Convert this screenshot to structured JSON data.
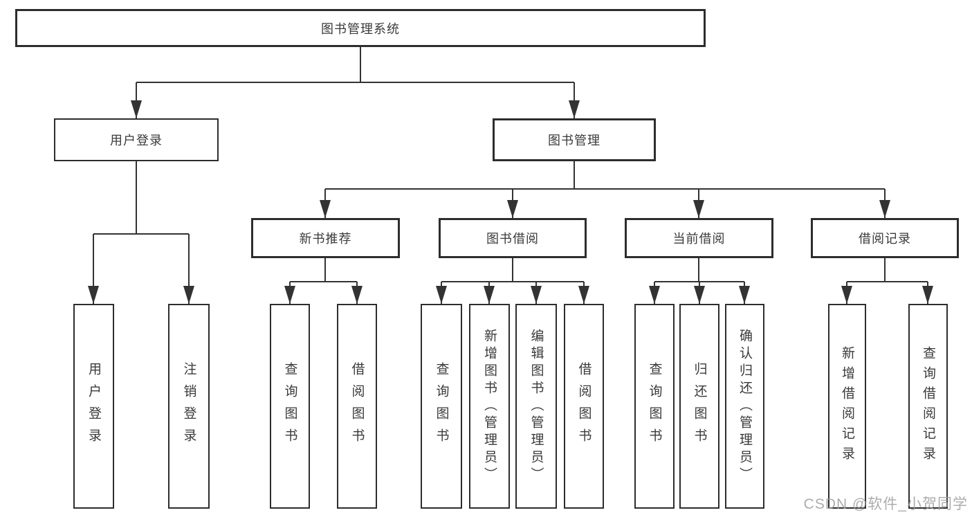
{
  "diagram": {
    "root": "图书管理系统",
    "level2": {
      "user_login": "用户登录",
      "book_mgmt": "图书管理"
    },
    "level3": {
      "new_books": "新书推荐",
      "book_borrow": "图书借阅",
      "current_borrow": "当前借阅",
      "borrow_records": "借阅记录"
    },
    "leaves": {
      "user_login_leaf": "用户登录",
      "logout": "注销登录",
      "nb_query_books": "查询图书",
      "nb_borrow_books": "借阅图书",
      "bb_query_books": "查询图书",
      "bb_add_books_admin": "新增图书（管理员）",
      "bb_edit_books_admin": "编辑图书（管理员）",
      "bb_borrow_books": "借阅图书",
      "cb_query_books": "查询图书",
      "cb_return_books": "归还图书",
      "cb_confirm_return_admin": "确认归还（管理员）",
      "br_add_record": "新增借阅记录",
      "br_query_record": "查询借阅记录"
    }
  },
  "watermark": "CSDN @软件_小贺同学",
  "colors": {
    "line": "#333333",
    "box_border": "#2d2d2d",
    "text": "#3a3a3a",
    "watermark": "#9e9e9e",
    "background": "#ffffff"
  }
}
